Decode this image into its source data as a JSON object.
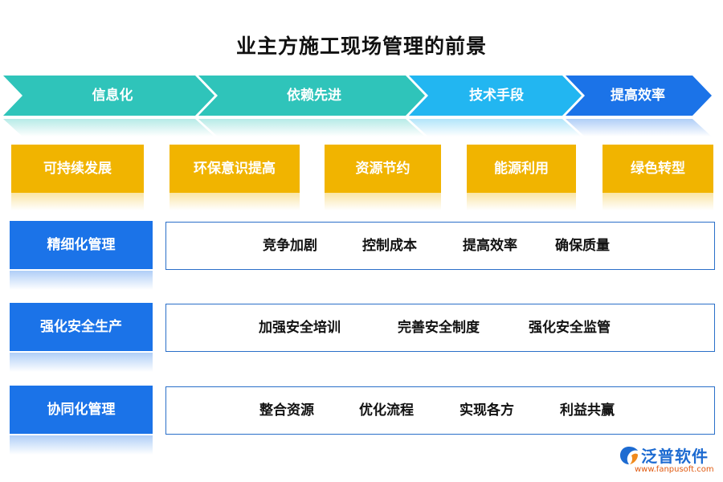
{
  "title": "业主方施工现场管理的前景",
  "flow": [
    {
      "label": "信息化",
      "color": "#2fc4ba"
    },
    {
      "label": "依赖先进",
      "color": "#2fc4ba"
    },
    {
      "label": "技术手段",
      "color": "#22b6f1"
    },
    {
      "label": "提高效率",
      "color": "#1b73e8"
    }
  ],
  "features": [
    "可持续发展",
    "环保意识提高",
    "资源节约",
    "能源利用",
    "绿色转型"
  ],
  "rows": [
    {
      "label": "精细化管理",
      "items": [
        "竞争加剧",
        "控制成本",
        "提高效率",
        "确保质量"
      ]
    },
    {
      "label": "强化安全生产",
      "items": [
        "加强安全培训",
        "完善安全制度",
        "强化安全监管"
      ]
    },
    {
      "label": "协同化管理",
      "items": [
        "整合资源",
        "优化流程",
        "实现各方",
        "利益共赢"
      ]
    }
  ],
  "watermark": "泛普软件",
  "logo": {
    "name": "泛普软件",
    "url": "www.fanpusoft.com"
  }
}
